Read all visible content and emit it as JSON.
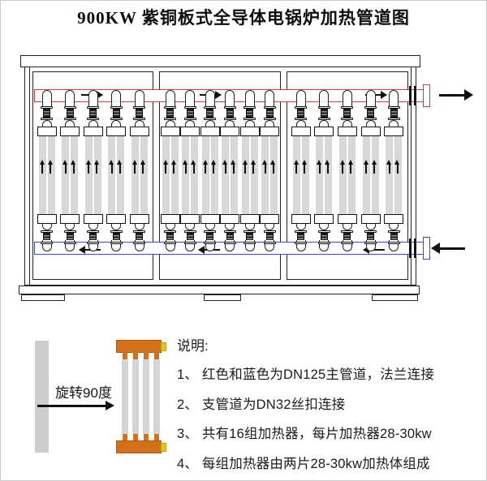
{
  "title": "900KW 紫铜板式全导体电锅炉加热管道图",
  "boiler": {
    "sections": [
      {
        "heater_groups": 5
      },
      {
        "heater_groups": 6
      },
      {
        "heater_groups": 5
      }
    ],
    "top_pipe": {
      "color": "#d63636",
      "flow": "right",
      "role": "hot-water-outlet"
    },
    "bottom_pipe": {
      "color": "#3a46d0",
      "flow": "left",
      "role": "cold-water-inlet"
    },
    "tube_color": "#d8d8d8"
  },
  "legend": {
    "rotate_label": "旋转90度",
    "heater_colors": {
      "header": "#d2711c",
      "side_tab": "#e7c31c",
      "tube": "#d5d5d5"
    },
    "notes_title": "说明:",
    "notes": [
      "1、 红色和蓝色为DN125主管道，法兰连接",
      "2、 支管道为DN32丝扣连接",
      "3、 共有16组加热器，每片加热器28-30kw",
      "4、 每组加热器由两片28-30kw加热体组成"
    ]
  }
}
